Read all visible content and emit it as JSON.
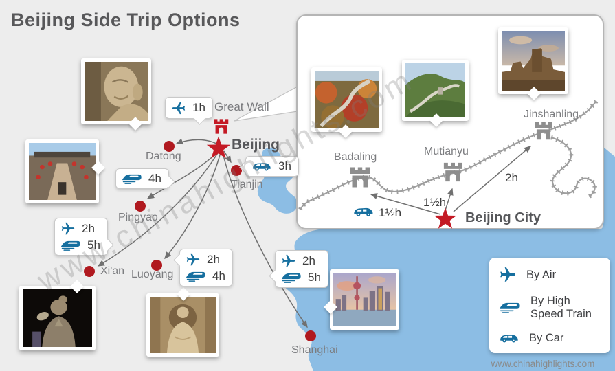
{
  "title": "Beijing Side Trip Options",
  "watermark": "www.chinahighlights.com",
  "footer_url": "www.chinahighlights.com",
  "colors": {
    "accent_red": "#c41a25",
    "dot_red": "#b0191f",
    "icon_blue": "#166f9f",
    "sea": "#8cbde4",
    "land": "#ededed",
    "label_gray": "#7b7c7f",
    "wall_gray": "#9e9e9e"
  },
  "map": {
    "beijing_label": "Beijing",
    "great_wall_label": "Great Wall",
    "cities": {
      "datong": "Datong",
      "tianjin": "Tianjin",
      "pingyao": "Pingyao",
      "xian": "Xi'an",
      "luoyang": "Luoyang",
      "shanghai": "Shanghai"
    }
  },
  "routes": {
    "datong": {
      "modes": [
        {
          "icon": "plane-icon",
          "time": "1h"
        }
      ]
    },
    "pingyao": {
      "modes": [
        {
          "icon": "train-icon",
          "time": "4h"
        }
      ]
    },
    "tianjin": {
      "modes": [
        {
          "icon": "car-icon",
          "time": "3h"
        }
      ]
    },
    "xian": {
      "modes": [
        {
          "icon": "plane-icon",
          "time": "2h"
        },
        {
          "icon": "train-icon",
          "time": "5h"
        }
      ]
    },
    "luoyang": {
      "modes": [
        {
          "icon": "plane-icon",
          "time": "2h"
        },
        {
          "icon": "train-icon",
          "time": "4h"
        }
      ]
    },
    "shanghai": {
      "modes": [
        {
          "icon": "plane-icon",
          "time": "2h"
        },
        {
          "icon": "train-icon",
          "time": "5h"
        }
      ]
    }
  },
  "inset": {
    "sections": {
      "badaling": "Badaling",
      "mutianyu": "Mutianyu",
      "jinshanling": "Jinshanling"
    },
    "beijing_city_label": "Beijing City",
    "routes": {
      "badaling": {
        "icon": "car-icon",
        "time": "1½h"
      },
      "mutianyu": {
        "time": "1½h"
      },
      "jinshanling": {
        "time": "2h"
      }
    }
  },
  "legend": {
    "items": [
      {
        "icon": "plane-icon",
        "label": "By Air"
      },
      {
        "icon": "train-icon",
        "label": "By High Speed Train"
      },
      {
        "icon": "car-icon",
        "label": "By Car"
      }
    ]
  }
}
